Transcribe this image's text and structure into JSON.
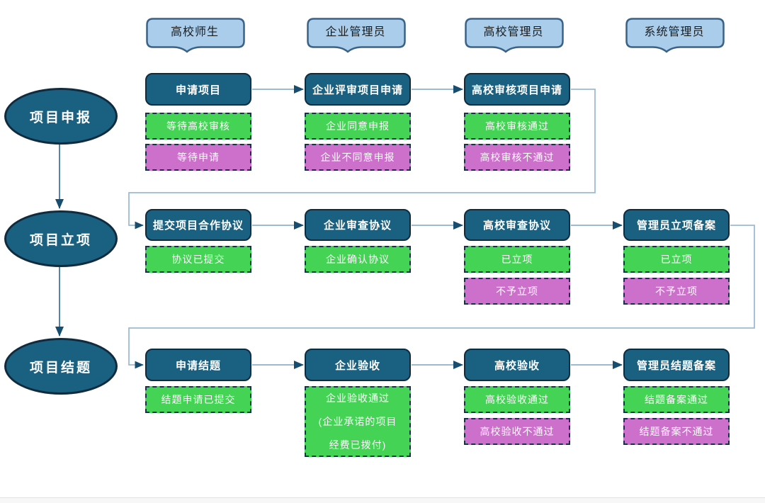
{
  "colors": {
    "nodeFill": "#1a6080",
    "nodeStroke": "#0e2c40",
    "nodeStrokeDark": "#0f2b3d",
    "laneFill": "#a9cdea",
    "laneStroke": "#3a6186",
    "green": "#45d355",
    "magenta": "#cc70cc",
    "dashStroke": "#16324a",
    "connector": "#9dbbd0",
    "connectorDark": "#4f86aa",
    "arrowhead": "#174e6f"
  },
  "lanes": [
    {
      "label": "高校师生"
    },
    {
      "label": "企业管理员"
    },
    {
      "label": "高校管理员"
    },
    {
      "label": "系统管理员"
    }
  ],
  "phases": [
    {
      "label": "项目申报"
    },
    {
      "label": "项目立项"
    },
    {
      "label": "项目结题"
    }
  ],
  "rows": [
    {
      "steps": [
        {
          "title": "申请项目",
          "green": "等待高校审核",
          "magenta": "等待申请"
        },
        {
          "title": "企业评审项目申请",
          "green": "企业同意申报",
          "magenta": "企业不同意申报"
        },
        {
          "title": "高校审核项目申请",
          "green": "高校审核通过",
          "magenta": "高校审核不通过"
        }
      ]
    },
    {
      "steps": [
        {
          "title": "提交项目合作协议",
          "green": "协议已提交"
        },
        {
          "title": "企业审查协议",
          "green": "企业确认协议"
        },
        {
          "title": "高校审查协议",
          "green": "已立项",
          "magenta": "不予立项"
        },
        {
          "title": "管理员立项备案",
          "green": "已立项",
          "magenta": "不予立项"
        }
      ]
    },
    {
      "steps": [
        {
          "title": "申请结题",
          "green": "结题申请已提交"
        },
        {
          "title": "企业验收",
          "green": "企业验收通过\n(企业承诺的项目\n经费已拨付)"
        },
        {
          "title": "高校验收",
          "green": "高校验收通过",
          "magenta": "高校验收不通过"
        },
        {
          "title": "管理员结题备案",
          "green": "结题备案通过",
          "magenta": "结题备案不通过"
        }
      ]
    }
  ]
}
